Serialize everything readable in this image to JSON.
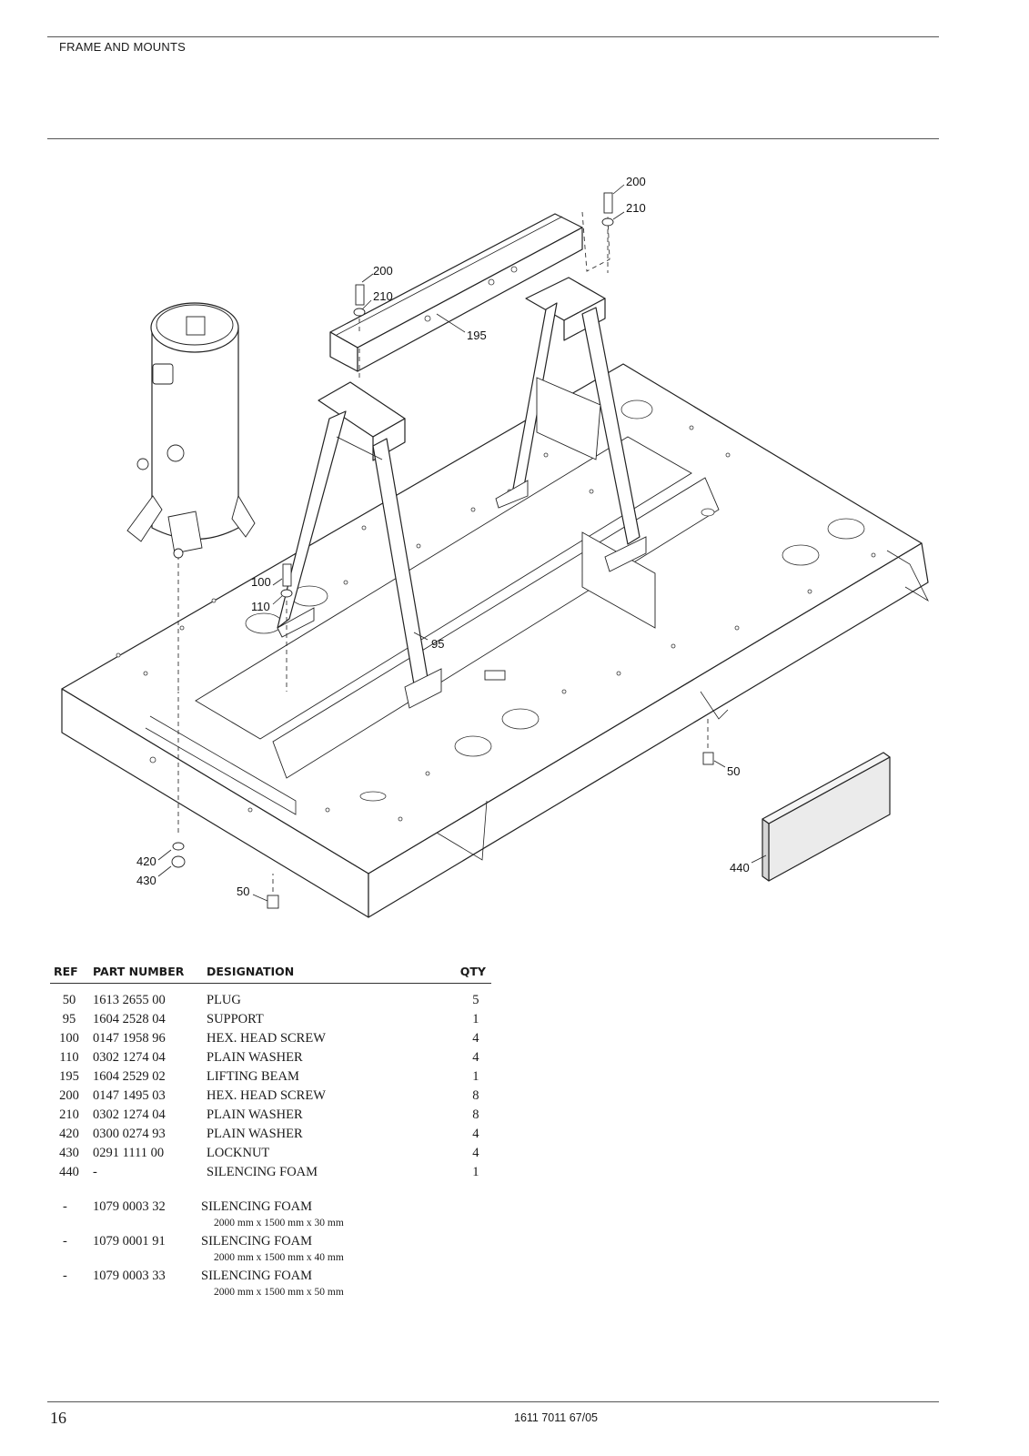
{
  "header": {
    "section_title": "FRAME AND MOUNTS"
  },
  "callouts": {
    "c50a": "50",
    "c50b": "50",
    "c95": "95",
    "c100": "100",
    "c110": "110",
    "c195": "195",
    "c200a": "200",
    "c210a": "210",
    "c200b": "200",
    "c210b": "210",
    "c420": "420",
    "c430": "430",
    "c440": "440"
  },
  "table": {
    "headers": {
      "ref": "REF",
      "part_number": "PART NUMBER",
      "designation": "DESIGNATION",
      "qty": "QTY"
    },
    "rows": [
      {
        "ref": "50",
        "part_number": "1613 2655 00",
        "designation": "PLUG",
        "qty": "5"
      },
      {
        "ref": "95",
        "part_number": "1604 2528 04",
        "designation": "SUPPORT",
        "qty": "1"
      },
      {
        "ref": "100",
        "part_number": "0147 1958 96",
        "designation": "HEX. HEAD SCREW",
        "qty": "4"
      },
      {
        "ref": "110",
        "part_number": "0302 1274 04",
        "designation": "PLAIN WASHER",
        "qty": "4"
      },
      {
        "ref": "195",
        "part_number": "1604 2529 02",
        "designation": "LIFTING BEAM",
        "qty": "1"
      },
      {
        "ref": "200",
        "part_number": "0147 1495 03",
        "designation": "HEX. HEAD SCREW",
        "qty": "8"
      },
      {
        "ref": "210",
        "part_number": "0302 1274 04",
        "designation": "PLAIN WASHER",
        "qty": "8"
      },
      {
        "ref": "420",
        "part_number": "0300 0274 93",
        "designation": "PLAIN WASHER",
        "qty": "4"
      },
      {
        "ref": "430",
        "part_number": "0291 1111 00",
        "designation": "LOCKNUT",
        "qty": "4"
      },
      {
        "ref": "440",
        "part_number": "-",
        "designation": "SILENCING FOAM",
        "qty": "1"
      }
    ],
    "variants": [
      {
        "ref": "-",
        "part_number": "1079 0003 32",
        "designation": "SILENCING FOAM",
        "dimensions": "2000 mm x 1500 mm x 30 mm"
      },
      {
        "ref": "-",
        "part_number": "1079 0001 91",
        "designation": "SILENCING FOAM",
        "dimensions": "2000 mm x 1500 mm x 40 mm"
      },
      {
        "ref": "-",
        "part_number": "1079 0003 33",
        "designation": "SILENCING FOAM",
        "dimensions": "2000 mm x 1500 mm x 50 mm"
      }
    ]
  },
  "footer": {
    "page_number": "16",
    "document_number": "1611 7011 67/05"
  }
}
